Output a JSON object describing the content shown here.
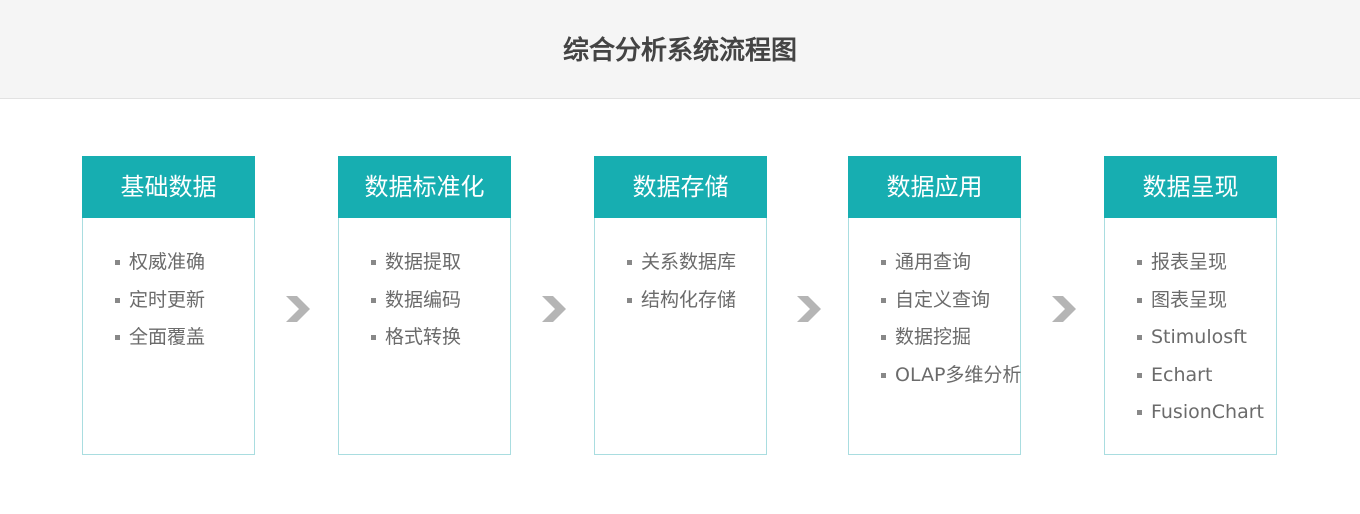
{
  "title": "综合分析系统流程图",
  "colors": {
    "accent": "#17aeb1",
    "arrow": "#b5b5b5"
  },
  "stages": [
    {
      "label": "基础数据",
      "items": [
        "权威准确",
        "定时更新",
        "全面覆盖"
      ]
    },
    {
      "label": "数据标准化",
      "items": [
        "数据提取",
        "数据编码",
        "格式转换"
      ]
    },
    {
      "label": "数据存储",
      "items": [
        "关系数据库",
        "结构化存储"
      ]
    },
    {
      "label": "数据应用",
      "items": [
        "通用查询",
        "自定义查询",
        "数据挖掘",
        "OLAP多维分析"
      ]
    },
    {
      "label": "数据呈现",
      "items": [
        "报表呈现",
        "图表呈现",
        "Stimulosft",
        "Echart",
        "FusionChart"
      ]
    }
  ]
}
